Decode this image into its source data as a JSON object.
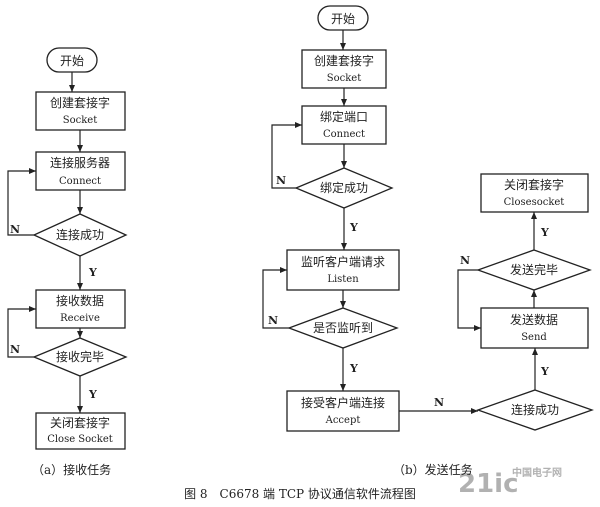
{
  "left": {
    "start": "开始",
    "create": {
      "cn": "创建套接字",
      "en": "Socket"
    },
    "connect": {
      "cn": "连接服务器",
      "en": "Connect"
    },
    "decision": "连接成功",
    "receive": {
      "cn": "接收数据",
      "en": "Receive"
    },
    "recv_done": "接收完毕",
    "close": {
      "cn": "关闭套接字",
      "en": "Close Socket"
    },
    "caption": "（a）接收任务"
  },
  "right": {
    "start": "开始",
    "create": {
      "cn": "创建套接字",
      "en": "Socket"
    },
    "bind": {
      "cn": "绑定端口",
      "en": "Connect"
    },
    "bind_ok": "绑定成功",
    "listen": {
      "cn": "监听客户端请求",
      "en": "Listen"
    },
    "is_listening": "是否监听到",
    "accept": {
      "cn": "接受客户端连接",
      "en": "Accept"
    },
    "conn_ok": "连接成功",
    "send": {
      "cn": "发送数据",
      "en": "Send"
    },
    "send_done": "发送完毕",
    "close": {
      "cn": "关闭套接字",
      "en": "Closesocket"
    },
    "caption": "（b）发送任务"
  },
  "flow_labels": {
    "yes": "Y",
    "no": "N"
  },
  "figure_caption": "图 8　C6678 端 TCP 协议通信软件流程图",
  "watermark": {
    "main": "21ic",
    "sub": "中国电子网"
  }
}
